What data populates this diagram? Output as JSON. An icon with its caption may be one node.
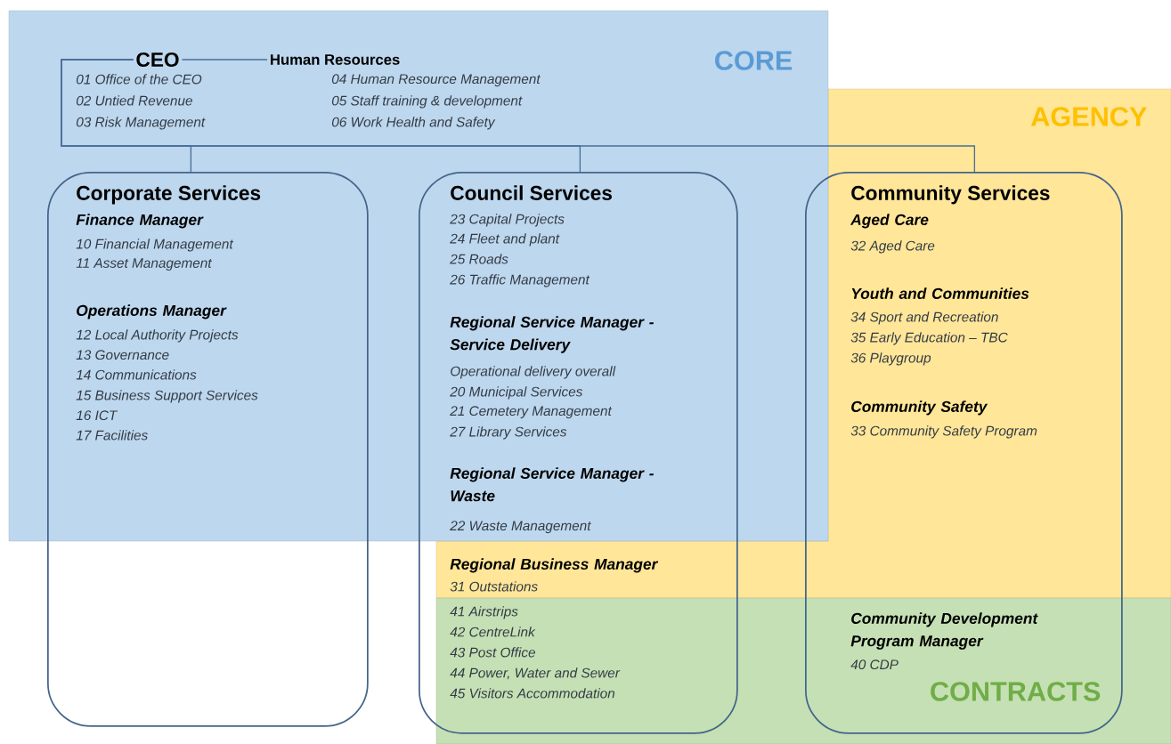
{
  "diagram": {
    "nodes": [
      {
        "text": [
          "CEO",
          "01 Office of the CEO",
          "02 Untied Revenue",
          "03 Risk Management"
        ]
      },
      {
        "text": [
          "Human Resources",
          "04 Human Resource Management",
          "05 Staff training & development",
          "06 Work Health and Safety"
        ]
      },
      {
        "text": [
          "Corporate Services",
          "Finance Manager",
          "10 Financial Management",
          "11 Asset Management",
          "Operations Manager",
          "12 Local Authority Projects",
          "13 Governance",
          "14 Communications",
          "15 Business Support Services",
          "16 ICT",
          "17 Facilities"
        ]
      },
      {
        "text": [
          "Council Services",
          "23 Capital Projects",
          "24 Fleet and plant",
          "25 Roads",
          "26 Traffic Management",
          "Regional Service Manager - Service Delivery",
          "Operational delivery overall",
          "20 Municipal Services",
          "21 Cemetery Management",
          "27 Library Services",
          "Regional Service Manager - Waste",
          "22 Waste Management",
          "Regional Business Manager",
          "31 Outstations",
          "41 Airstrips",
          "42 CentreLink",
          "43 Post Office",
          "44 Power, Water and Sewer",
          "45 Visitors Accommodation"
        ]
      },
      {
        "text": [
          "Community Services",
          "Aged Care",
          "32 Aged Care",
          "Youth and Communities",
          "34 Sport and Recreation",
          "35 Early Education – TBC",
          "36 Playgroup",
          "Community Safety",
          "33 Community Safety Program",
          "Community Development Program Manager",
          "40 CDP"
        ]
      }
    ],
    "edges": [
      {
        "from": 0,
        "to": 1,
        "arrow": "none"
      },
      {
        "from": 0,
        "to": 2,
        "arrow": "none"
      },
      {
        "from": 0,
        "to": 3,
        "arrow": "none"
      },
      {
        "from": 0,
        "to": 4,
        "arrow": "none"
      }
    ],
    "labels": [
      "CORE",
      "AGENCY",
      "CONTRACTS"
    ]
  }
}
